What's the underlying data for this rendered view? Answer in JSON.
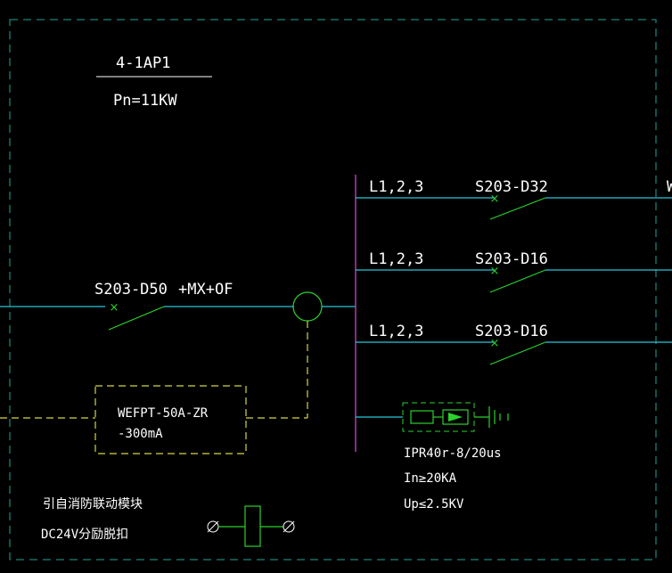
{
  "panel": {
    "name": "4-1AP1",
    "power": "Pn=11KW"
  },
  "incoming": {
    "breaker": "S203-D50",
    "accessory": "+MX+OF"
  },
  "rcd_module": {
    "line1": "WEFPT-50A-ZR",
    "line2": "-300mA"
  },
  "branches": [
    {
      "phases": "L1,2,3",
      "breaker": "S203-D32"
    },
    {
      "phases": "L1,2,3",
      "breaker": "S203-D16"
    },
    {
      "phases": "L1,2,3",
      "breaker": "S203-D16"
    }
  ],
  "edge_letter": "W",
  "spd": {
    "model": "IPR40r-8/20us",
    "current": "In≥20KA",
    "voltage": "Up≤2.5KV"
  },
  "fire_note": {
    "line1": "引自消防联动模块",
    "line2": "DC24V分励脱扣"
  },
  "colors": {
    "background": "#000000",
    "border": "#1fa39a",
    "wire": "#26c6da",
    "breaker": "#2bd22b",
    "bus": "#b03cb0",
    "control": "#d6d640",
    "text": "#ffffff"
  }
}
